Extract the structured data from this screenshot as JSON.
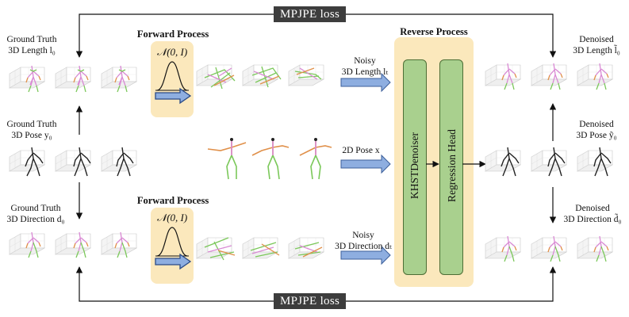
{
  "loss": {
    "top": "MPJPE loss",
    "bottom": "MPJPE loss"
  },
  "forward": {
    "title_top": "Forward Process",
    "title_bottom": "Forward Process",
    "formula": "𝒩(0, I)"
  },
  "reverse": {
    "title": "Reverse Process",
    "denoiser": "KHSTDenoiser",
    "head": "Regression Head"
  },
  "left": {
    "gt_length": [
      "Ground Truth",
      "3D Length  l₀"
    ],
    "gt_pose": [
      "Ground Truth",
      "3D Pose  y₀"
    ],
    "gt_direction": [
      "Ground Truth",
      "3D Direction  d₀"
    ]
  },
  "middle": {
    "noisy_length": [
      "Noisy",
      "3D Length  lₜ"
    ],
    "pose2d": "2D Pose  x",
    "noisy_direction": [
      "Noisy",
      "3D Direction  dₜ"
    ]
  },
  "right": {
    "den_length": [
      "Denoised",
      "3D Length  l̃₀"
    ],
    "den_pose": [
      "Denoised",
      "3D Pose  ỹ₀"
    ],
    "den_direction": [
      "Denoised",
      "3D Direction  d̃₀"
    ]
  },
  "colors": {
    "yellow": "#fbe8bc",
    "green": "#a9d08e",
    "arrow_blue": "#8eaee0",
    "loss_box": "#3d3d3d"
  }
}
